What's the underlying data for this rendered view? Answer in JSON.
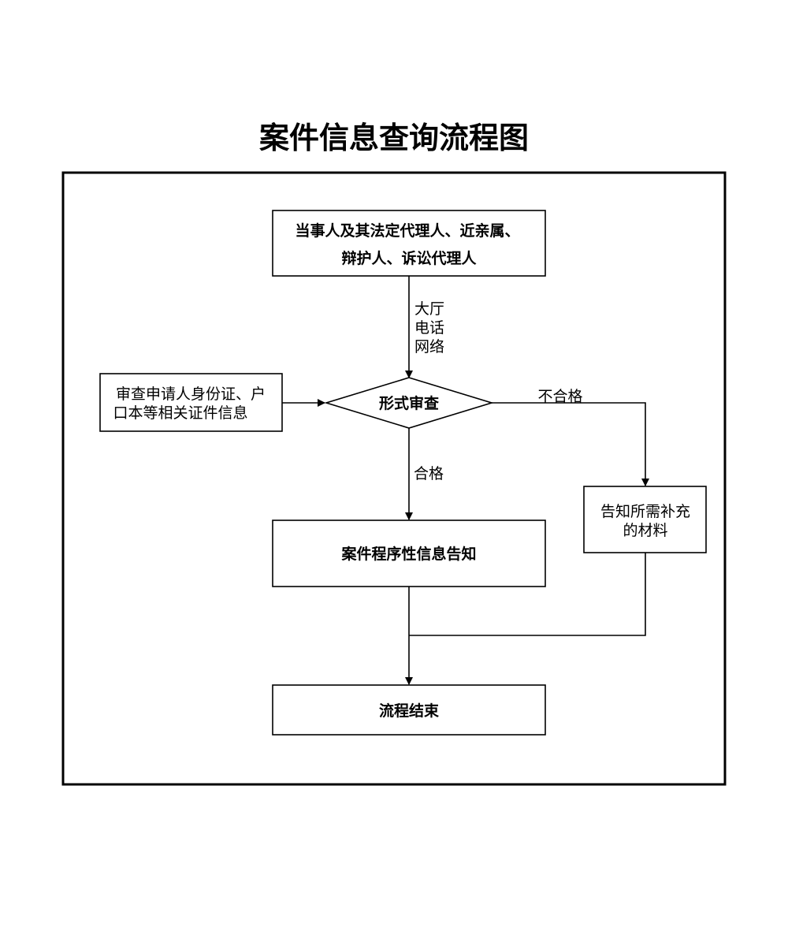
{
  "title": "案件信息查询流程图",
  "nodes": {
    "applicants": {
      "line1": "当事人及其法定代理人、近亲属、",
      "line2": "辩护人、诉讼代理人"
    },
    "documents_check": {
      "line1": "审查申请人身份证、户",
      "line2": "口本等相关证件信息"
    },
    "formal_review": "形式审查",
    "supplement_materials": {
      "line1": "告知所需补充",
      "line2": "的材料"
    },
    "procedural_notice": "案件程序性信息告知",
    "process_end": "流程结束"
  },
  "edge_labels": {
    "channels": [
      "大厅",
      "电话",
      "网络"
    ],
    "unqualified": "不合格",
    "qualified": "合格"
  }
}
